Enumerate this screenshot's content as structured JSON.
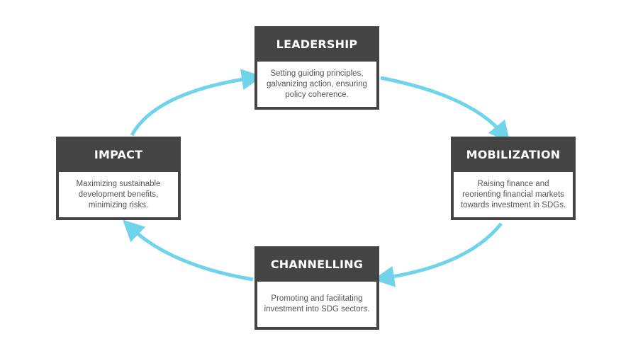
{
  "colors": {
    "arrow": "#6fd3ea",
    "box_header": "#444444",
    "box_body_bg": "#ffffff",
    "body_text": "#555555",
    "header_text": "#ffffff"
  },
  "stages": {
    "leadership": {
      "title": "LEADERSHIP",
      "description": "Setting guiding principles, galvanizing action, ensuring policy coherence."
    },
    "mobilization": {
      "title": "MOBILIZATION",
      "description": "Raising finance and reorienting financial markets towards investment in SDGs."
    },
    "channelling": {
      "title": "CHANNELLING",
      "description": "Promoting and facilitating investment into SDG sectors."
    },
    "impact": {
      "title": "IMPACT",
      "description": "Maximizing sustainable development benefits, minimizing risks."
    }
  },
  "flow": [
    {
      "from": "leadership",
      "to": "mobilization"
    },
    {
      "from": "mobilization",
      "to": "channelling"
    },
    {
      "from": "channelling",
      "to": "impact"
    },
    {
      "from": "impact",
      "to": "leadership"
    }
  ]
}
